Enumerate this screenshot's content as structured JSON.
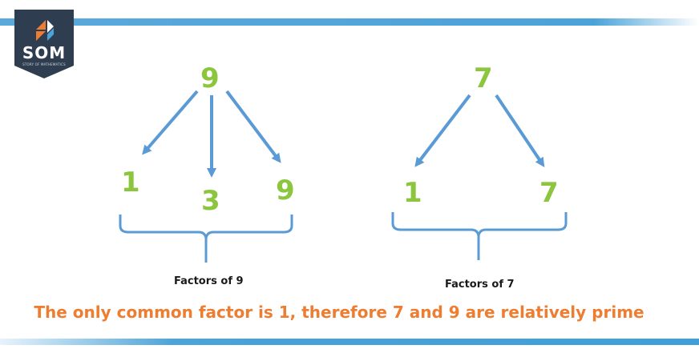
{
  "logo": {
    "text": "SOM",
    "subtitle": "STORY OF MATHEMATICS",
    "colors": {
      "badge": "#2e3d4f",
      "orange": "#ed7d31",
      "blue": "#4aa3d9"
    }
  },
  "colors": {
    "number": "#8cc63e",
    "arrow": "#5b9bd5",
    "statement": "#ed7d31",
    "band": "#4aa3d9"
  },
  "left_tree": {
    "root": "9",
    "factors": [
      "1",
      "3",
      "9"
    ],
    "caption": "Factors of 9"
  },
  "right_tree": {
    "root": "7",
    "factors": [
      "1",
      "7"
    ],
    "caption": "Factors of 7"
  },
  "statement": "The only common factor is 1, therefore 7 and 9 are relatively prime"
}
